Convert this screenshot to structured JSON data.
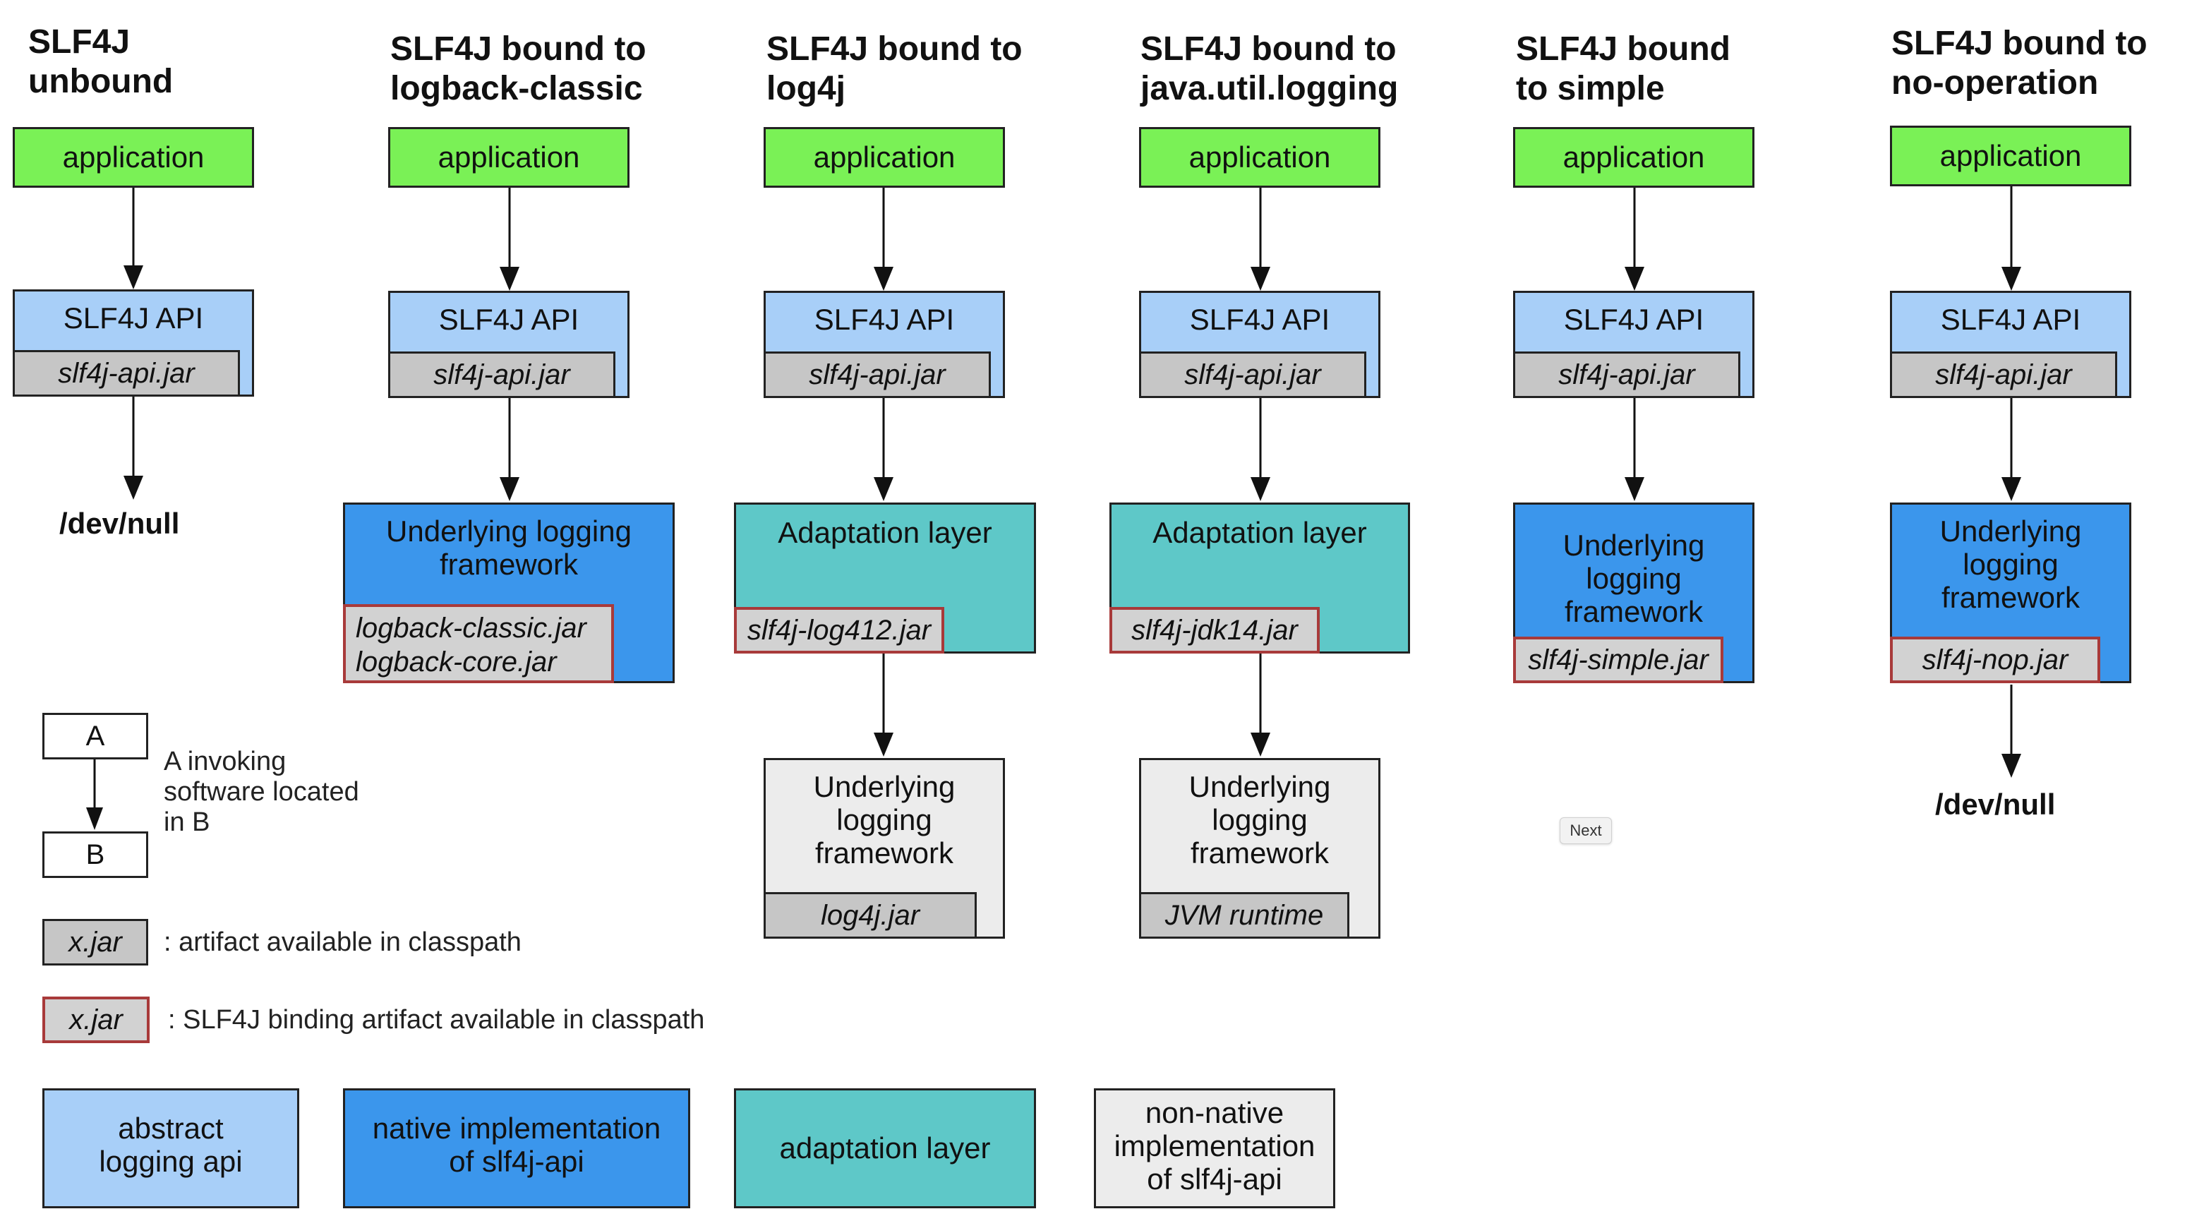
{
  "columns": {
    "unbound": {
      "title": "SLF4J\nunbound",
      "app": "application",
      "api": "SLF4J API",
      "api_jar": "slf4j-api.jar",
      "sink": "/dev/null"
    },
    "logback": {
      "title": "SLF4J bound to\nlogback-classic",
      "app": "application",
      "api": "SLF4J API",
      "api_jar": "slf4j-api.jar",
      "framework": "Underlying logging\nframework",
      "jar_line1": "logback-classic.jar",
      "jar_line2": "logback-core.jar"
    },
    "log4j": {
      "title": "SLF4J bound to\nlog4j",
      "app": "application",
      "api": "SLF4J API",
      "api_jar": "slf4j-api.jar",
      "adaptation": "Adaptation layer",
      "adapt_jar": "slf4j-log412.jar",
      "framework": "Underlying\nlogging\nframework",
      "framework_jar": "log4j.jar"
    },
    "jul": {
      "title": "SLF4J bound to\njava.util.logging",
      "app": "application",
      "api": "SLF4J API",
      "api_jar": "slf4j-api.jar",
      "adaptation": "Adaptation layer",
      "adapt_jar": "slf4j-jdk14.jar",
      "framework": "Underlying\nlogging\nframework",
      "framework_jar": "JVM runtime"
    },
    "simple": {
      "title": "SLF4J bound\nto simple",
      "app": "application",
      "api": "SLF4J API",
      "api_jar": "slf4j-api.jar",
      "framework": "Underlying\nlogging\nframework",
      "binding_jar": "slf4j-simple.jar"
    },
    "nop": {
      "title": "SLF4J bound to\nno-operation",
      "app": "application",
      "api": "SLF4J API",
      "api_jar": "slf4j-api.jar",
      "framework": "Underlying\nlogging\nframework",
      "binding_jar": "slf4j-nop.jar",
      "sink": "/dev/null"
    }
  },
  "legend": {
    "box_a": "A",
    "box_b": "B",
    "invoke_text": "A invoking\nsoftware located\nin B",
    "jar_label": "x.jar",
    "jar_text": ": artifact available in classpath",
    "binding_jar_label": "x.jar",
    "binding_jar_text": ": SLF4J binding artifact available in classpath",
    "abstract": "abstract\nlogging api",
    "native": "native implementation\nof slf4j-api",
    "adaptation": "adaptation layer",
    "nonnative": "non-native\nimplementation\nof slf4j-api"
  },
  "controls": {
    "next_label": "Next"
  },
  "colors": {
    "application": "#7af156",
    "abstract_api": "#a8cff8",
    "native_impl": "#3b96ec",
    "adaptation": "#5ec8c8",
    "non_native": "#ececec",
    "artifact": "#c6c6c6",
    "binding_border": "#a83a3a"
  }
}
